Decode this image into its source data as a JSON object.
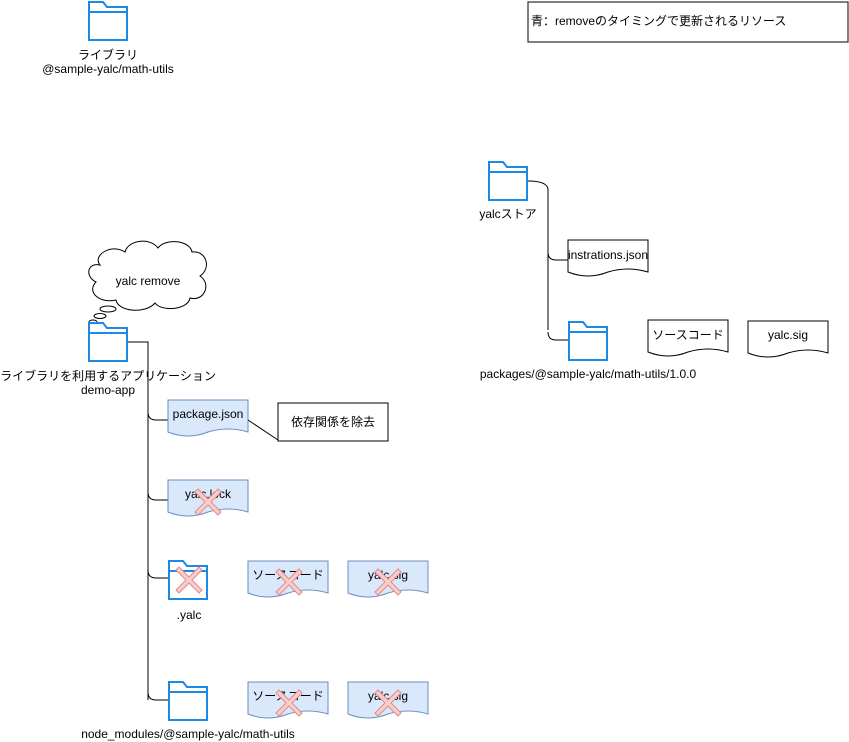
{
  "legend": "青：removeのタイミングで更新されるリソース",
  "library": {
    "line1": "ライブラリ",
    "line2": "@sample-yalc/math-utils"
  },
  "command": "yalc remove",
  "app": {
    "line1": "ライブラリを利用するアプリケーション",
    "line2": "demo-app"
  },
  "app_files": {
    "package_json": "package.json",
    "note": "依存関係を除去",
    "yalc_lock": "yalc.lock",
    "yalc_dir": ".yalc",
    "yalc_source": "ソースコード",
    "yalc_sig": "yalc.sig",
    "node_modules": "node_modules/@sample-yalc/math-utils",
    "nm_source": "ソースコード",
    "nm_sig": "yalc.sig"
  },
  "store": {
    "title": "yalcストア",
    "installations": "instrations.json",
    "packages": "packages/@sample-yalc/math-utils/1.0.0",
    "source": "ソースコード",
    "sig": "yalc.sig"
  },
  "colors": {
    "folder": "#1E88E5",
    "updated_fill": "#DAE8FC",
    "cross_fill": "#F8CECC",
    "cross_stroke": "#E38A8A"
  }
}
